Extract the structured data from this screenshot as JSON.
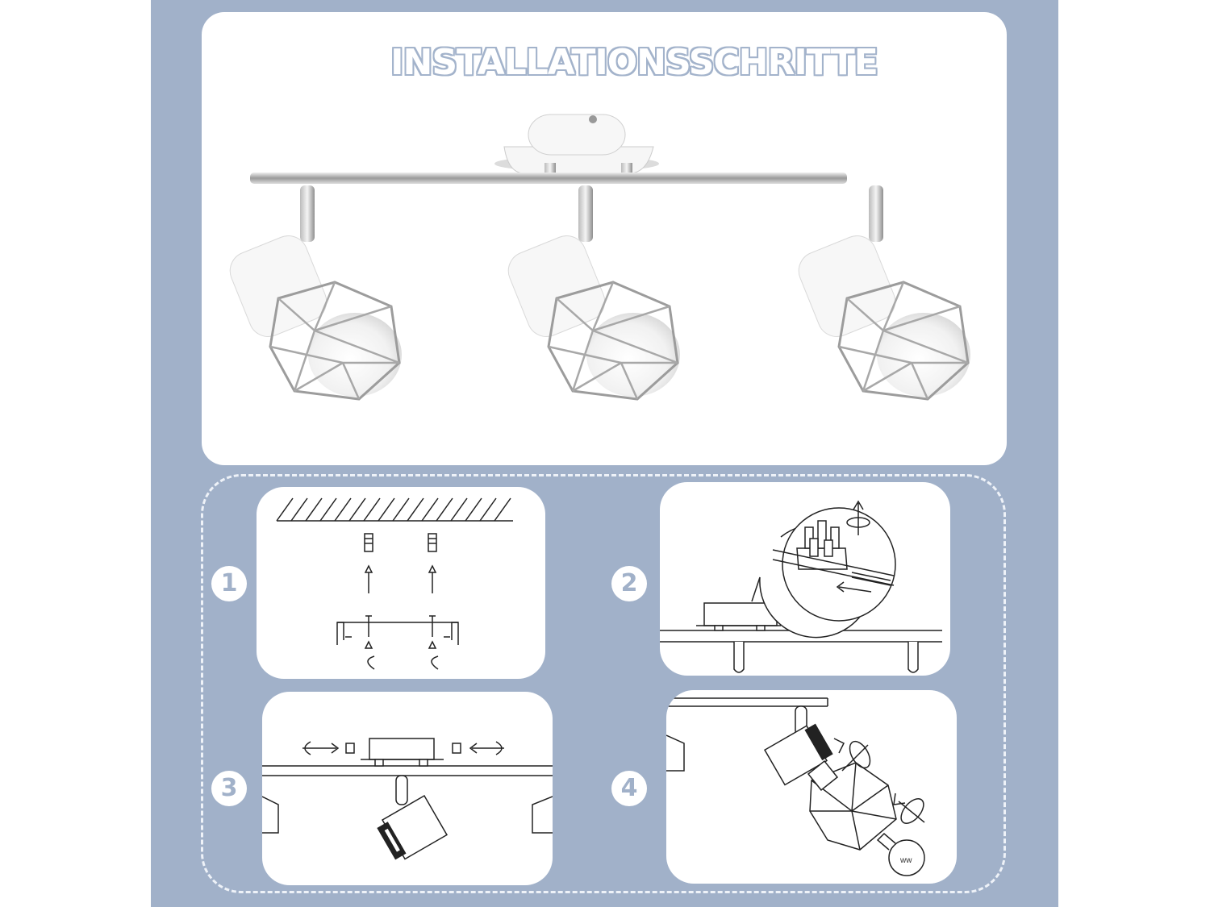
{
  "title": "INSTALLATIONSSCHRITTE",
  "steps": [
    {
      "number": "1"
    },
    {
      "number": "2"
    },
    {
      "number": "3"
    },
    {
      "number": "4"
    }
  ],
  "colors": {
    "background": "#a1b1c9",
    "card": "#ffffff",
    "title_outline": "#a3b3cb",
    "line": "#222222"
  },
  "icons": [
    "ceiling-lamp-illustration",
    "dowel-icon",
    "screw-icon",
    "wire-connector-icon",
    "rotate-arrow-icon",
    "light-bulb-icon"
  ]
}
